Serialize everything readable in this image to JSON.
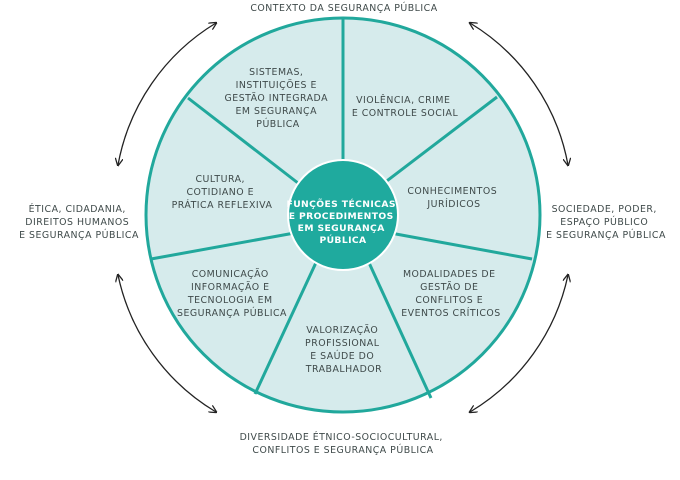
{
  "outer": {
    "top": [
      "CONTEXTO DA SEGURANÇA PÚBLICA"
    ],
    "left": [
      "ÉTICA, CIDADANIA,",
      "DIREITOS HUMANOS",
      "E SEGURANÇA PÚBLICA"
    ],
    "right": [
      "SOCIEDADE, PODER,",
      "ESPAÇO PÚBLICO",
      "E SEGURANÇA PÚBLICA"
    ],
    "bottom": [
      "DIVERSIDADE ÉTNICO-SOCIOCULTURAL,",
      "CONFLITOS E SEGURANÇA PÚBLICA"
    ]
  },
  "center": [
    "FUNÇÕES TÉCNICAS",
    "E PROCEDIMENTOS",
    "EM SEGURANÇA",
    "PÚBLICA"
  ],
  "segments": [
    [
      "VIOLÊNCIA, CRIME",
      "E CONTROLE SOCIAL"
    ],
    [
      "CONHECIMENTOS",
      "JURÍDICOS"
    ],
    [
      "MODALIDADES DE",
      "GESTÃO DE",
      "CONFLITOS E",
      "EVENTOS CRÍTICOS"
    ],
    [
      "VALORIZAÇÃO",
      "PROFISSIONAL",
      "E SAÚDE DO",
      "TRABALHADOR"
    ],
    [
      "COMUNICAÇÃO",
      "INFORMAÇÃO E",
      "TECNOLOGIA EM",
      "SEGURANÇA PÚBLICA"
    ],
    [
      "CULTURA,",
      "COTIDIANO E",
      "PRÁTICA REFLEXIVA"
    ],
    [
      "SISTEMAS,",
      "INSTITUIÇÕES E",
      "GESTÃO INTEGRADA",
      "EM SEGURANÇA",
      "PÚBLICA"
    ]
  ],
  "caption": "",
  "colors": {
    "wheel_fill": "#d6ebec",
    "wheel_stroke": "#21a89c",
    "center_fill": "#1faa9e",
    "text": "#3f4a4a",
    "arrow": "#222222"
  }
}
